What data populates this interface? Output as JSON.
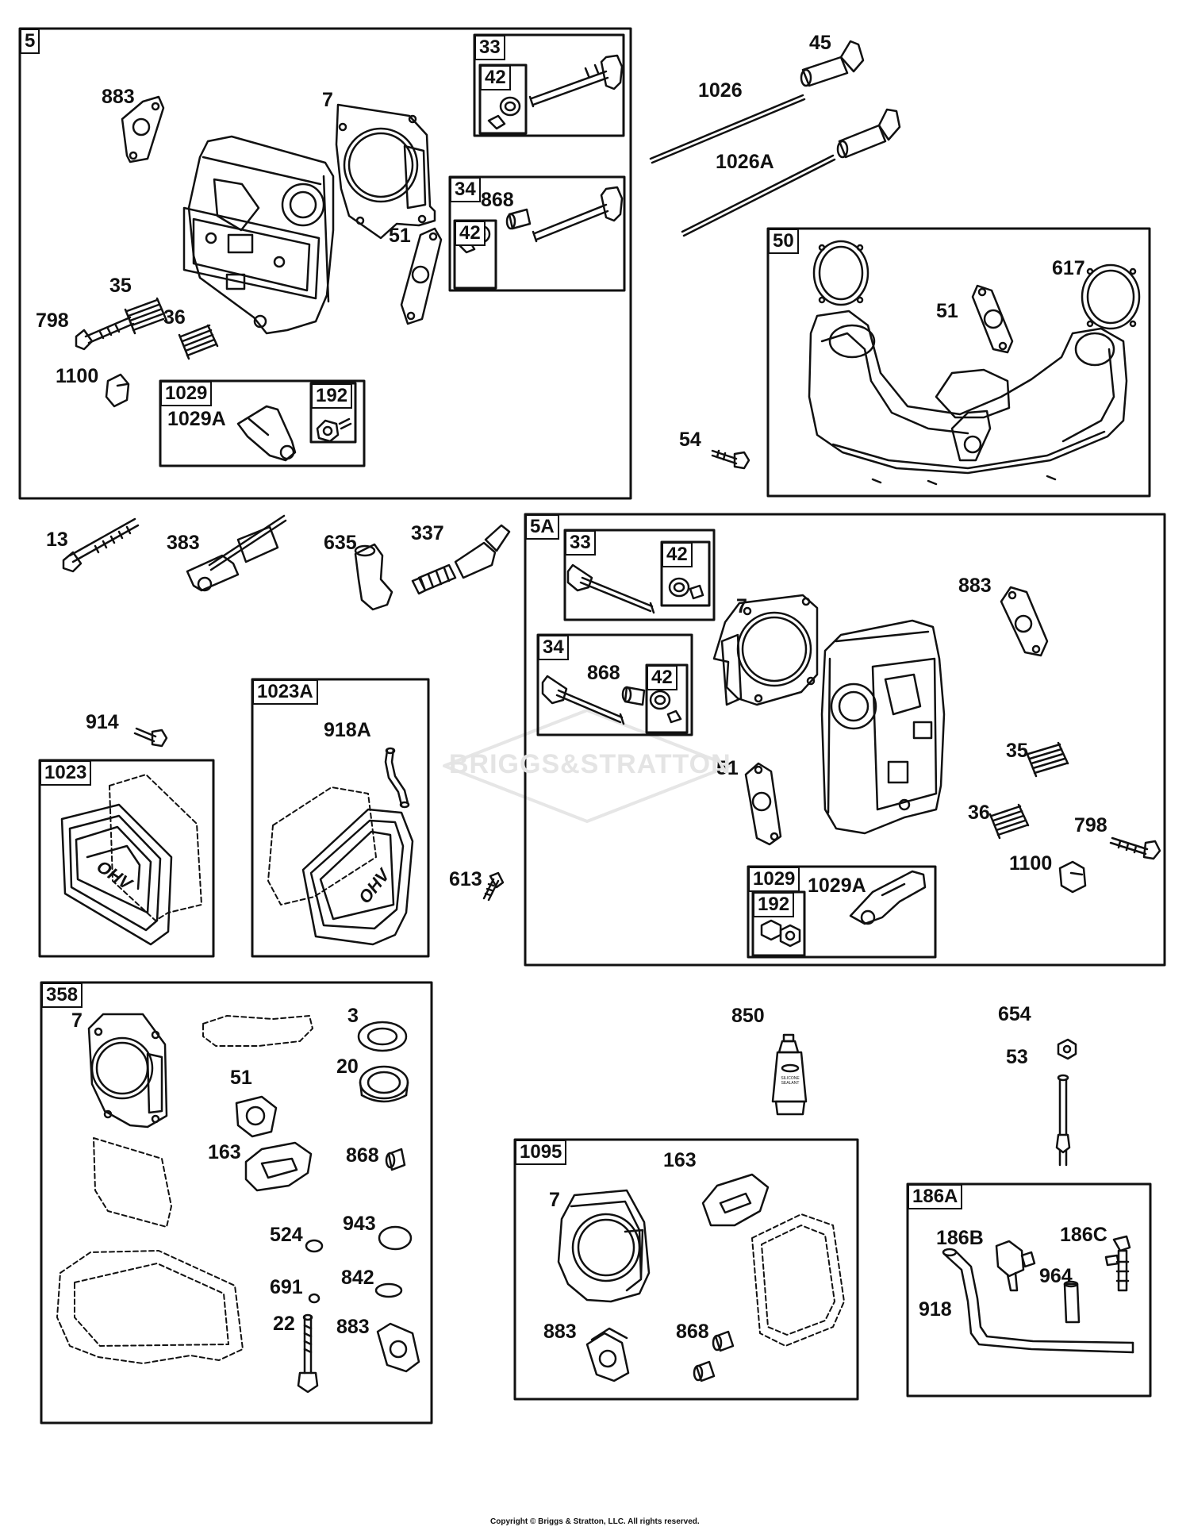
{
  "groups": {
    "g5": "5",
    "g33a": "33",
    "g42a": "42",
    "g34a": "34",
    "g42b": "42",
    "g1029a": "1029",
    "g192a": "192",
    "g50": "50",
    "g5a": "5A",
    "g33b": "33",
    "g42c": "42",
    "g34b": "34",
    "g42d": "42",
    "g1029b": "1029",
    "g192b": "192",
    "g1023": "1023",
    "g1023a": "1023A",
    "g358": "358",
    "g1095": "1095",
    "g186a": "186A"
  },
  "labels": {
    "p883_a": "883",
    "p7_a": "7",
    "p868_a": "868",
    "p51_a": "51",
    "p35_a": "35",
    "p798_a": "798",
    "p36_a": "36",
    "p1100_a": "1100",
    "p1029a_a": "1029A",
    "p45": "45",
    "p1026": "1026",
    "p1026a": "1026A",
    "p617": "617",
    "p51_b": "51",
    "p54": "54",
    "p13": "13",
    "p383": "383",
    "p635": "635",
    "p337": "337",
    "p7_b": "7",
    "p883_b": "883",
    "p868_b": "868",
    "p51_c": "51",
    "p35_b": "35",
    "p36_b": "36",
    "p798_b": "798",
    "p1100_b": "1100",
    "p1029a_b": "1029A",
    "p914": "914",
    "p918a": "918A",
    "p613": "613",
    "p7_c": "7",
    "p3": "3",
    "p20": "20",
    "p51_d": "51",
    "p163_a": "163",
    "p868_c": "868",
    "p524": "524",
    "p943": "943",
    "p691": "691",
    "p842": "842",
    "p883_c": "883",
    "p22": "22",
    "p850": "850",
    "p654": "654",
    "p53": "53",
    "p163_b": "163",
    "p7_d": "7",
    "p883_d": "883",
    "p868_d": "868",
    "p186b": "186B",
    "p186c": "186C",
    "p964": "964",
    "p918": "918"
  },
  "decals": {
    "ohv_1": "OHV",
    "ohv_2": "OHV",
    "tube": "SILICONE SEALANT"
  },
  "watermark": "BRIGGS&STRATTON",
  "footer": "Copyright © Briggs & Stratton, LLC. All rights reserved."
}
